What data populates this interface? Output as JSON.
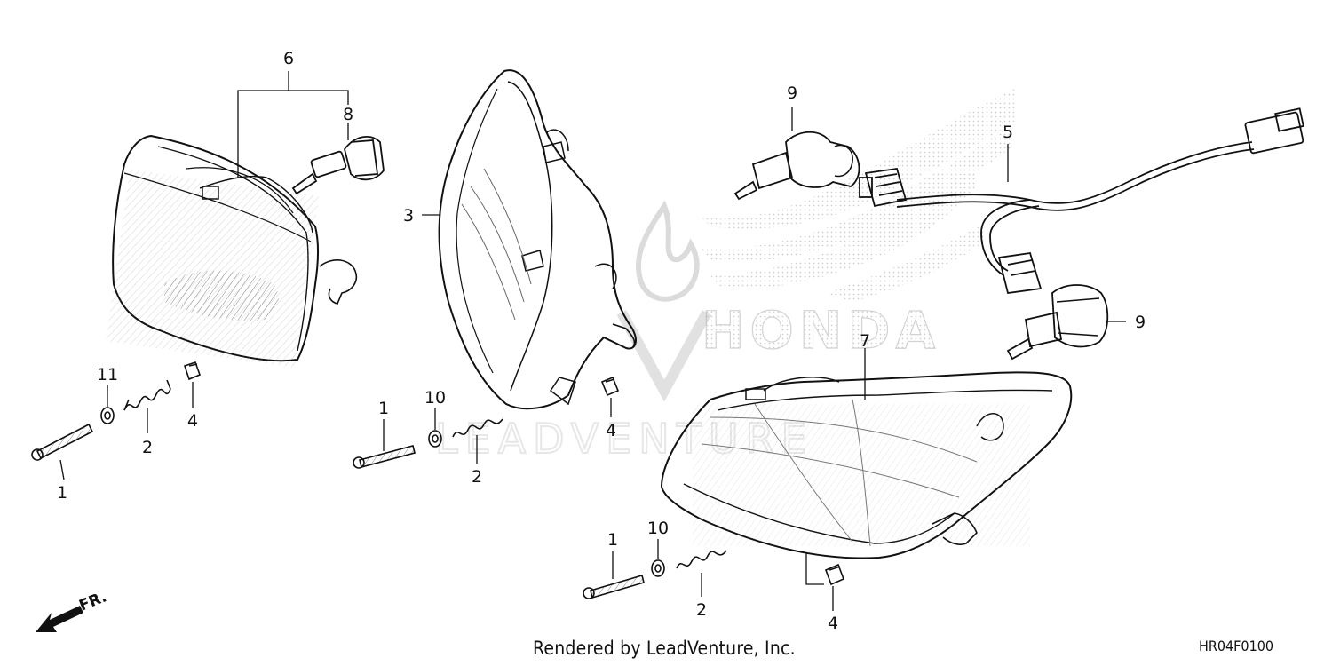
{
  "diagram": {
    "code": "HR04F0100",
    "credit": "Rendered by LeadVenture, Inc.",
    "watermark_text": "HONDA",
    "watermark_text_2": "LEADVENTURE",
    "front_marker": "FR.",
    "callouts": {
      "c1a": "1",
      "c1b": "1",
      "c1c": "1",
      "c2a": "2",
      "c2b": "2",
      "c2c": "2",
      "c3": "3",
      "c4a": "4",
      "c4b": "4",
      "c4c": "4",
      "c5": "5",
      "c6": "6",
      "c7": "7",
      "c8": "8",
      "c9a": "9",
      "c9b": "9",
      "c10a": "10",
      "c10b": "10",
      "c11": "11"
    }
  }
}
